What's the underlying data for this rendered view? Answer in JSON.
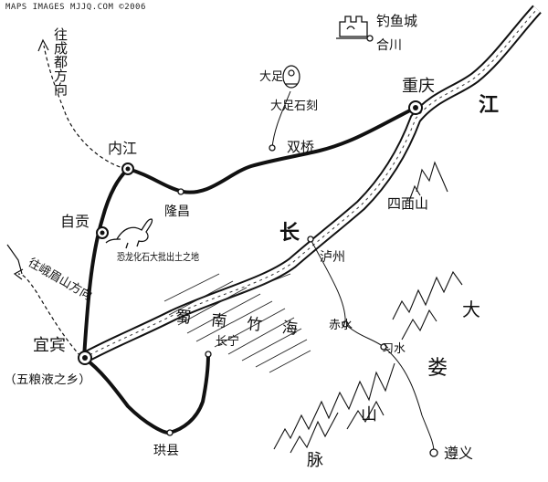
{
  "credit": "MAPS IMAGES MJJQ.COM ©2006",
  "labels": {
    "to_chengdu": "往成都方向",
    "to_emeishan": "往峨眉山方向",
    "diaoyucheng": "钓鱼城",
    "hechuan": "合川",
    "dazu": "大足",
    "dazu_carvings": "大足石刻",
    "chongqing": "重庆",
    "river_jiang": "江",
    "neijiang": "内江",
    "shuangqiao": "双桥",
    "longchang": "隆昌",
    "zigong": "自贡",
    "dinosaur_site": "恐龙化石大批出土之地",
    "simianshan": "四面山",
    "chang": "长",
    "luzhou": "泸州",
    "chishui": "赤水",
    "xishui": "习水",
    "big": "大",
    "lou": "娄",
    "shan": "山",
    "mai": "脉",
    "zunyi": "遵义",
    "yibin": "宜宾",
    "wuliangye": "（五粮液之乡）",
    "shunan_zhuhai": "蜀南竹海",
    "changning": "长宁",
    "gongxian": "珙县"
  }
}
